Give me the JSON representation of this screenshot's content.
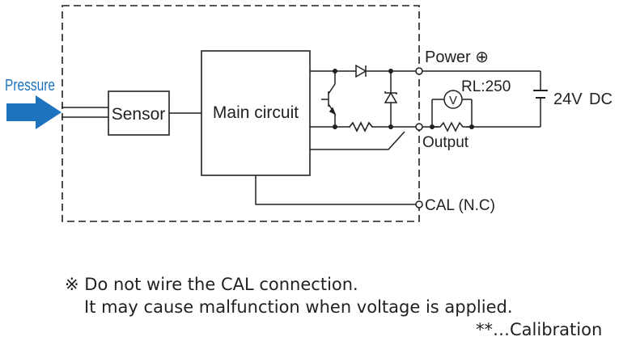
{
  "labels": {
    "pressure": "Pressure",
    "sensor": "Sensor",
    "main_circuit": "Main circuit",
    "power": "Power ⊕",
    "rl": "RL:250",
    "voltage": "24V",
    "dc": "DC",
    "output": "Output",
    "cal": "CAL (N.C)",
    "meter": "V"
  },
  "notes": {
    "line1": "※ Do not wire the CAL connection.",
    "line2": "It may cause malfunction when voltage is applied.",
    "footnote": "**…Calibration"
  },
  "colors": {
    "line": "#231f20",
    "pressure_arrow": "#1e73be",
    "pressure_text": "#1e73be"
  }
}
